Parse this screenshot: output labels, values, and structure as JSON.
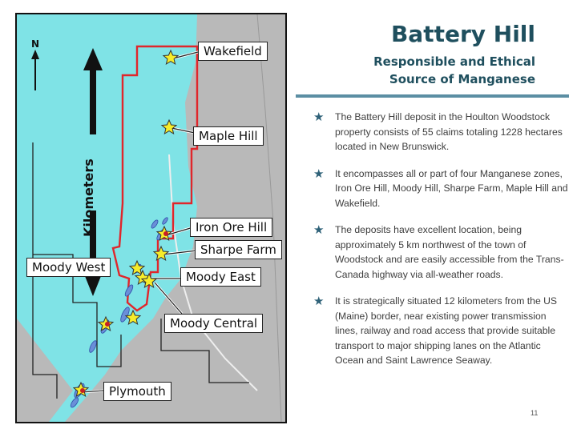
{
  "title": "Battery Hill",
  "subtitle_line1": "Responsible and Ethical",
  "subtitle_line2": "Source of Manganese",
  "bullets": [
    "The Battery Hill deposit in the Houlton Woodstock property consists of 55 claims totaling 1228 hectares located in New Brunswick.",
    "It encompasses all or part of four Manganese zones, Iron Ore Hill, Moody Hill, Sharpe Farm, Maple Hill and Wakefield.",
    "The deposits have excellent location, being approximately 5 km northwest of the town of Woodstock and are easily accessible from the Trans-Canada highway via all-weather roads.",
    "It is strategically situated 12 kilometers from the US (Maine) border, near existing power transmission lines, railway and road access that provide suitable transport to major shipping lanes on the Atlantic Ocean and Saint Lawrence Seaway."
  ],
  "bullet_icon": "star-icon",
  "page_number": "11",
  "map": {
    "north_label": "N",
    "scale_label": "Kilometers",
    "locations": {
      "wakefield": "Wakefield",
      "maple_hill": "Maple Hill",
      "iron_ore_hill": "Iron Ore Hill",
      "sharpe_farm": "Sharpe Farm",
      "moody_west": "Moody West",
      "moody_east": "Moody East",
      "moody_central": "Moody Central",
      "plymouth": "Plymouth"
    },
    "colors": {
      "water": "#7fe3e6",
      "land": "#b9b9b9",
      "claim_boundary": "#e0262b",
      "marker": "#f6ec2a",
      "deposit": "#6a8fd8"
    }
  },
  "colors": {
    "heading": "#1f4f5e",
    "rule": "#5b8ea3",
    "bullet_star": "#2e6178"
  }
}
